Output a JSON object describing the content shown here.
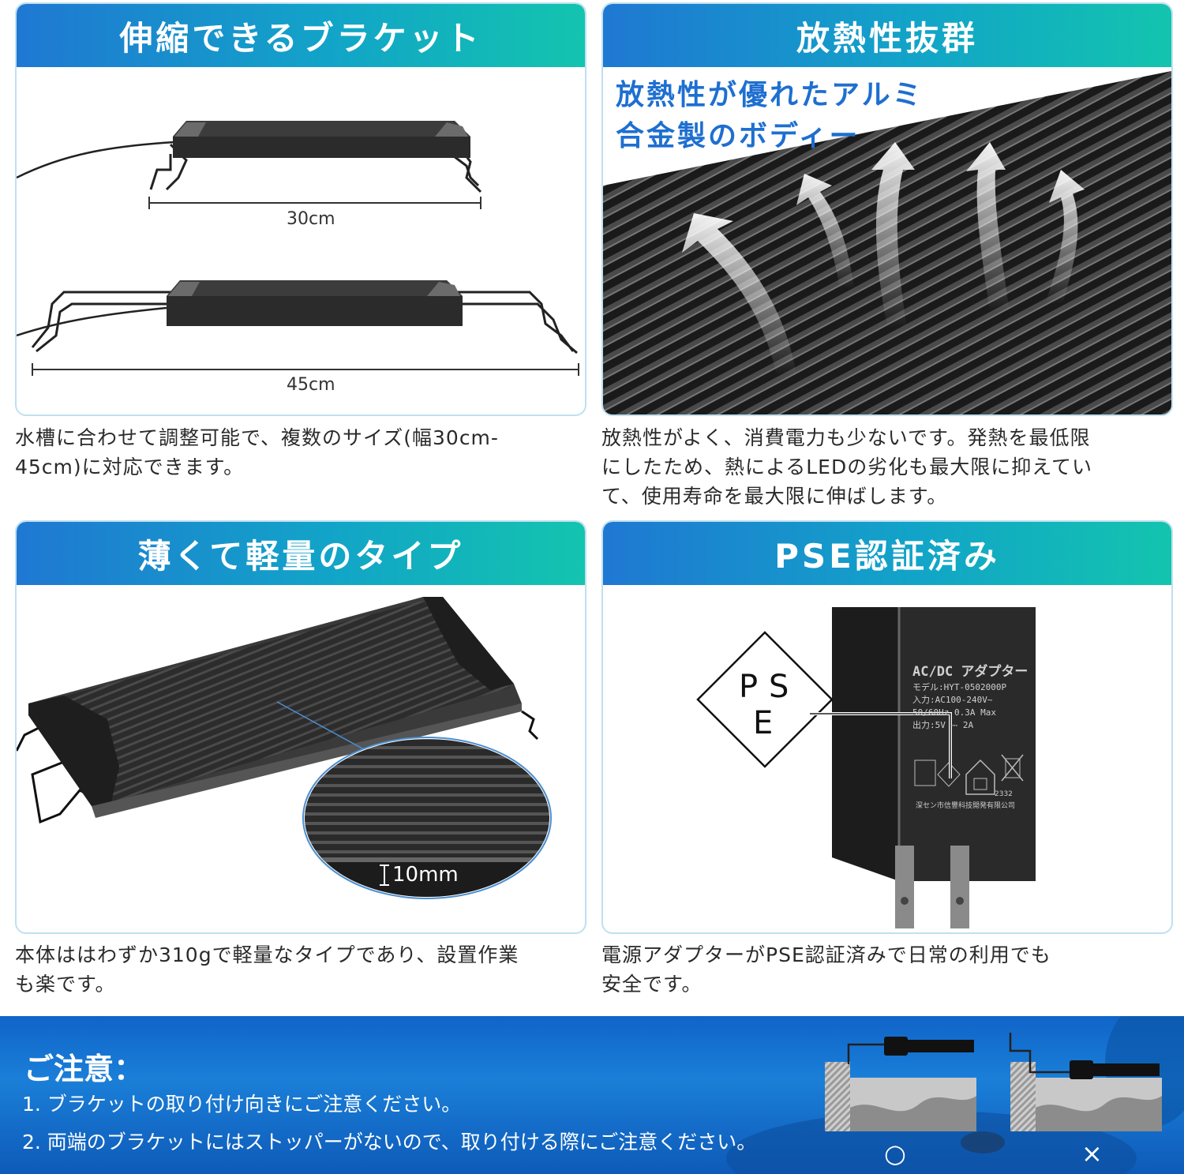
{
  "panels": {
    "bracket": {
      "title": "伸縮できるブラケット",
      "dim_short": "30cm",
      "dim_long": "45cm",
      "desc_line1": "水槽に合わせて調整可能で、複数のサイズ(幅30cm-",
      "desc_line2": "45cm)に対応できます。"
    },
    "heat": {
      "title": "放熱性抜群",
      "overlay_line1": "放熱性が優れたアルミ",
      "overlay_line2": "合金製のボディー",
      "desc_line1": "放熱性がよく、消費電力も少ないです。発熱を最低限",
      "desc_line2": "にしたため、熱によるLEDの劣化も最大限に抑えてい",
      "desc_line3": "て、使用寿命を最大限に伸ばします。"
    },
    "thin": {
      "title": "薄くて軽量のタイプ",
      "thickness": "10mm",
      "desc_line1": "本体ははわずか310gで軽量なタイプであり、設置作業",
      "desc_line2": "も楽です。"
    },
    "pse": {
      "title": "PSE認証済み",
      "mark_p": "P",
      "mark_s": "S",
      "mark_e": "E",
      "adapter_title": "AC/DC アダプター",
      "adapter_model": "モデル:HYT-0502000P",
      "adapter_input": "入力:AC100-240V~",
      "adapter_freq": "50/60Hz 0.3A Max",
      "adapter_output": "出力:5V ⎓ 2A",
      "adapter_code": "2332",
      "adapter_maker": "深セン市信豐科技開発有限公司",
      "desc_line1": "電源アダプターがPSE認証済みで日常の利用でも",
      "desc_line2": "安全です。"
    }
  },
  "notice": {
    "title": "ご注意：",
    "item1": "1. ブラケットの取り付け向きにご注意ください。",
    "item2": "2. 両端のブラケットにはストッパーがないので、取り付ける際にご注意ください。",
    "ok_mark": "○",
    "ng_mark": "×"
  },
  "colors": {
    "header_gradient_start": "#1f78d2",
    "header_gradient_end": "#13c4ae",
    "overlay_text": "#1e6fd0",
    "bottom_band": "#1064c8"
  }
}
